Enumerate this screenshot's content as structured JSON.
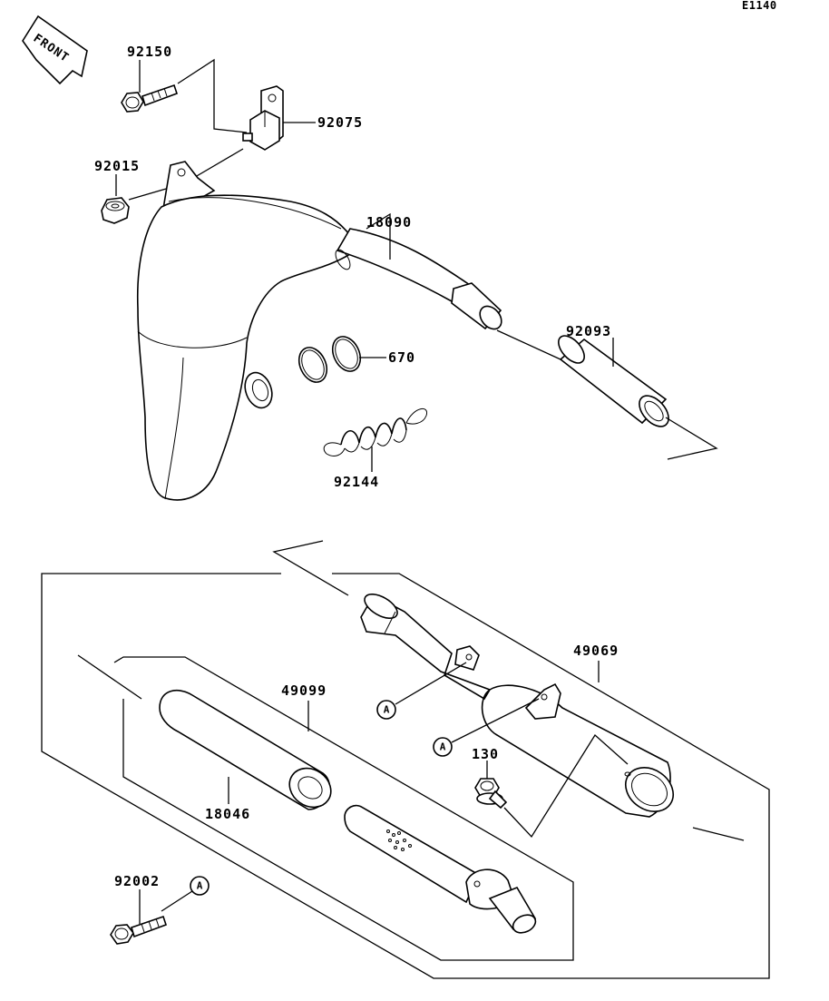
{
  "diagram_id": "E1140",
  "front_label": "FRONT",
  "ref_letter": "A",
  "parts": {
    "p92150": "92150",
    "p92075": "92075",
    "p92015": "92015",
    "p18090": "18090",
    "p92093": "92093",
    "p670": "670",
    "p92144": "92144",
    "p49069": "49069",
    "p49099": "49099",
    "p18046": "18046",
    "p130": "130",
    "p92002": "92002"
  }
}
